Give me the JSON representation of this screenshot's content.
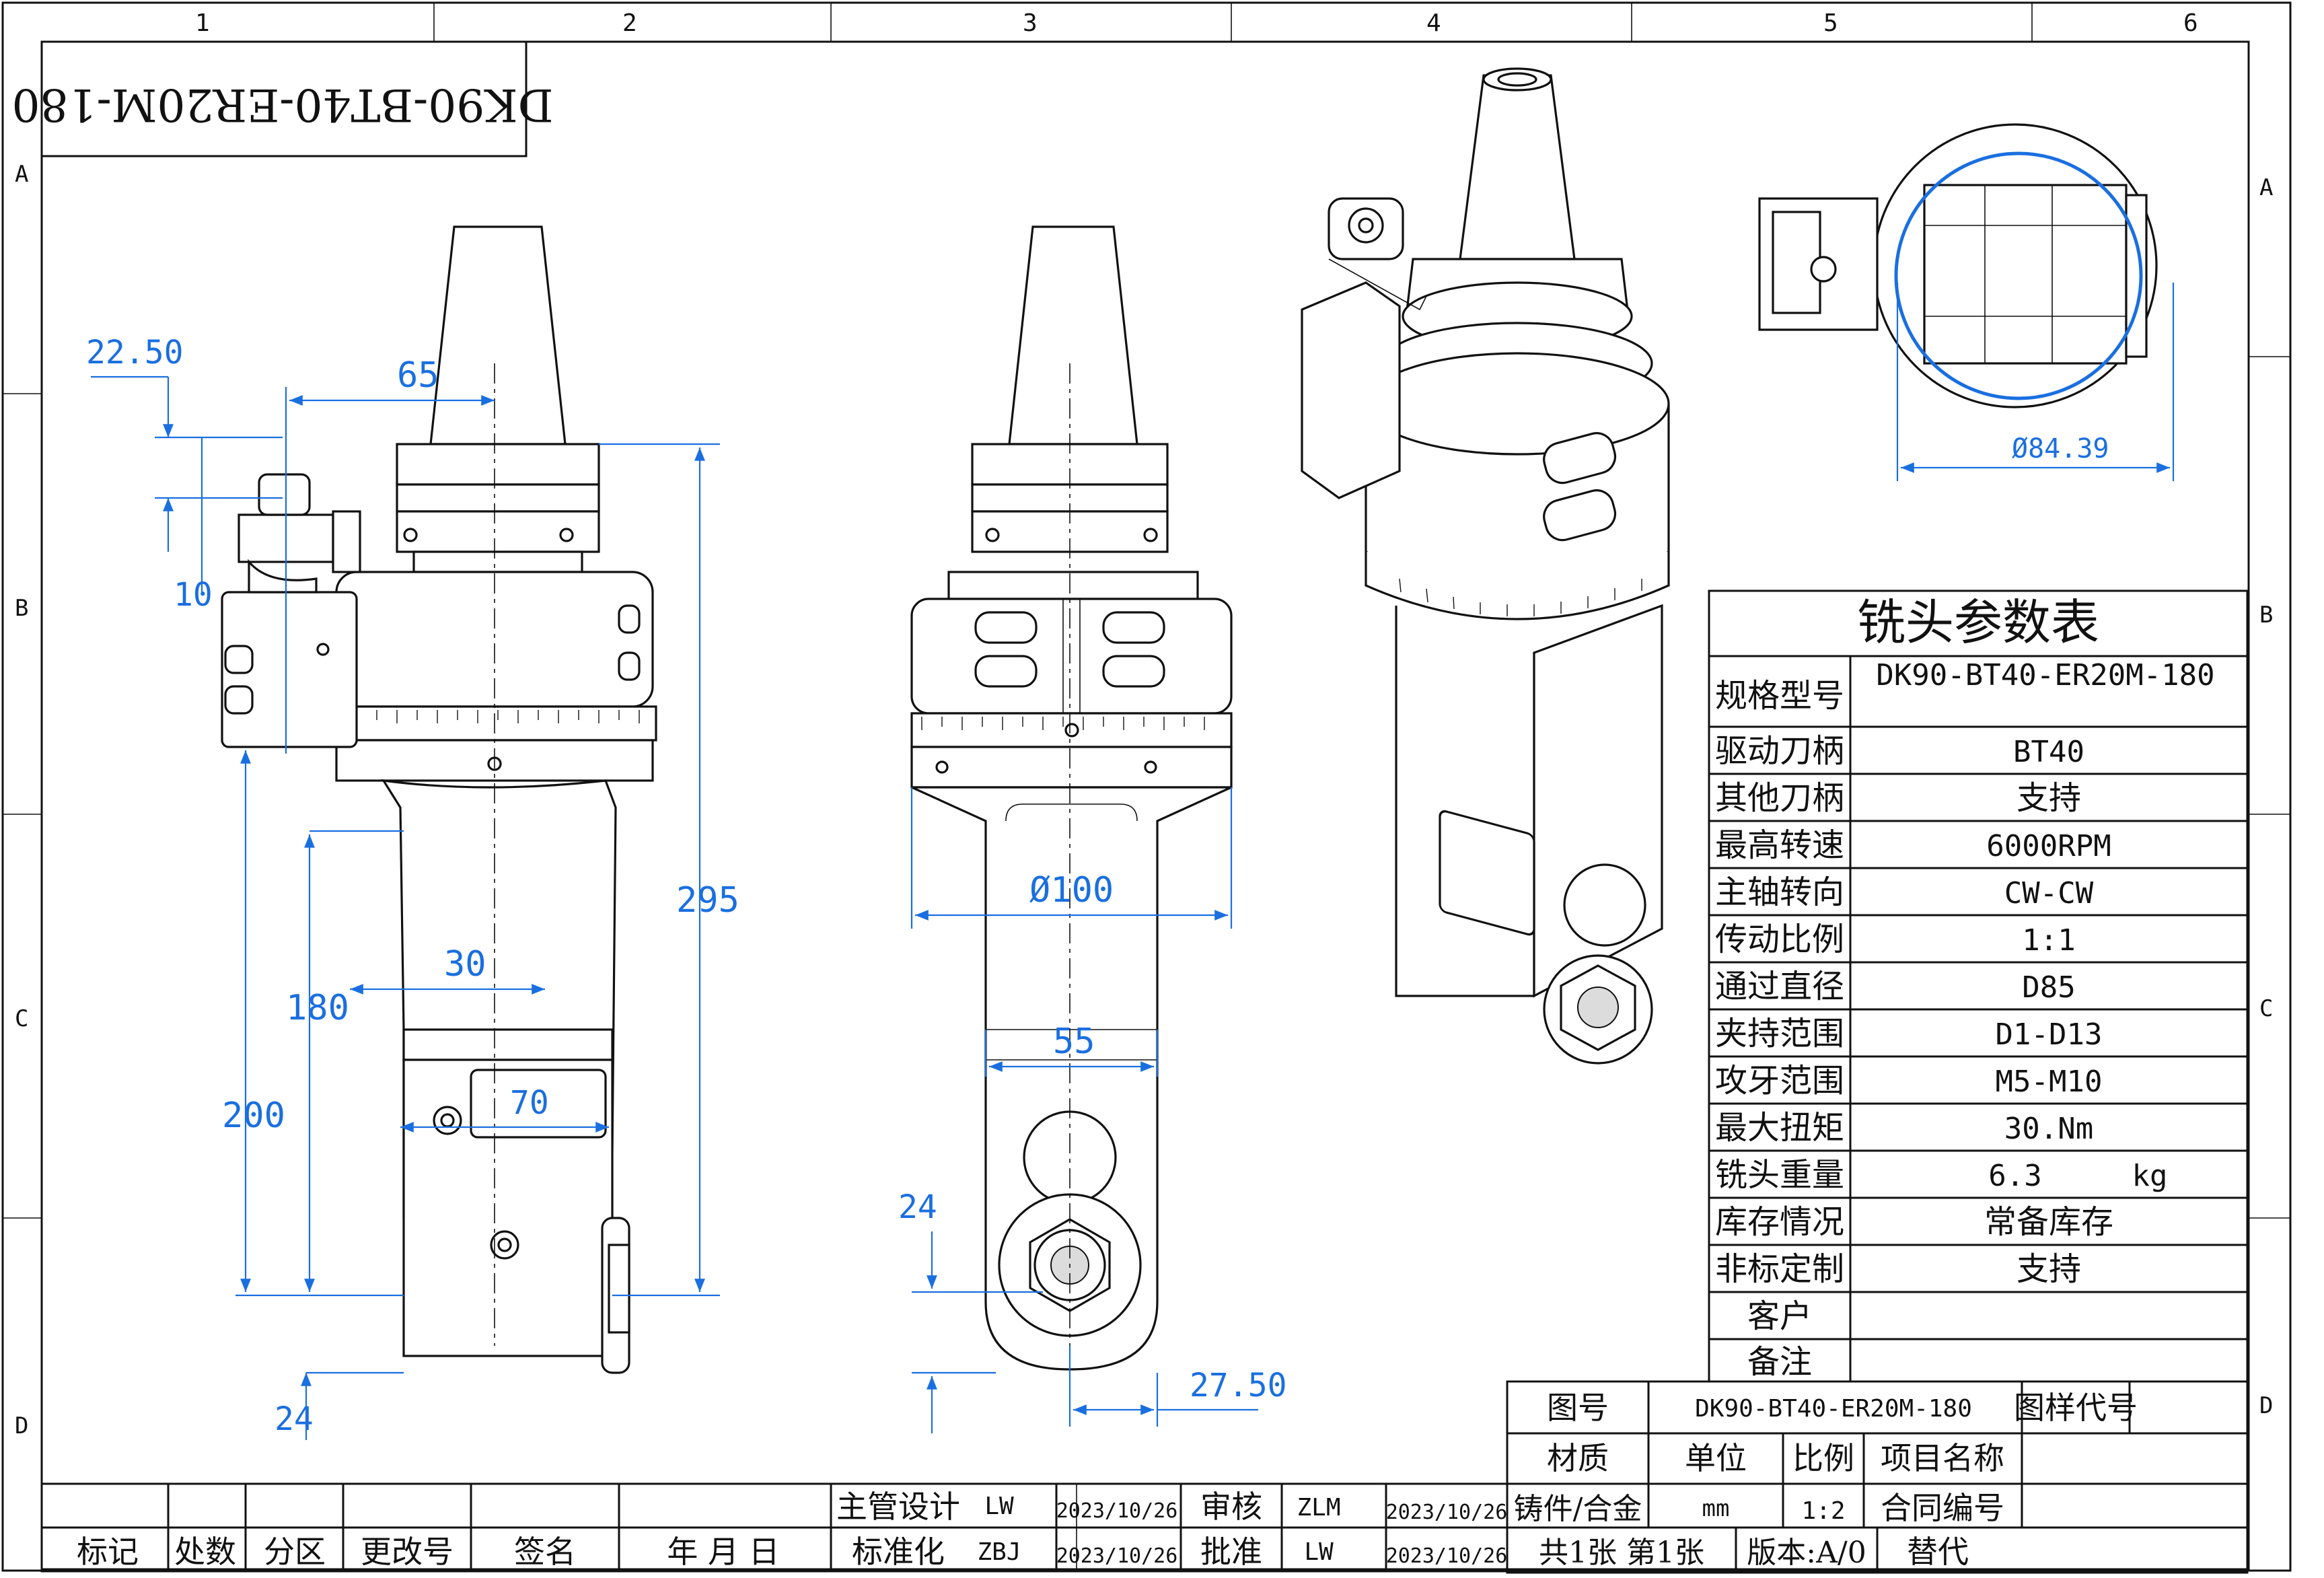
{
  "title_block_stamp": "DK90-BT40-ER20M-180",
  "zone_columns": [
    "1",
    "2",
    "3",
    "4",
    "5",
    "6"
  ],
  "zone_rows": [
    "A",
    "B",
    "C",
    "D"
  ],
  "dimensions": {
    "d_22_50": "22.50",
    "d_65": "65",
    "d_10": "10",
    "d_295": "295",
    "d_30": "30",
    "d_180": "180",
    "d_200": "200",
    "d_70": "70",
    "d_24_left": "24",
    "d_100": "Ø100",
    "d_55": "55",
    "d_24_mid": "24",
    "d_27_50": "27.50",
    "d_84_39": "Ø84.39"
  },
  "param_table": {
    "title": "铣头参数表",
    "rows": [
      {
        "label": "规格型号",
        "value": "DK90-BT40-ER20M-180"
      },
      {
        "label": "驱动刀柄",
        "value": "BT40"
      },
      {
        "label": "其他刀柄",
        "value": "支持"
      },
      {
        "label": "最高转速",
        "value": "6000RPM"
      },
      {
        "label": "主轴转向",
        "value": "CW-CW"
      },
      {
        "label": "传动比例",
        "value": "1:1"
      },
      {
        "label": "通过直径",
        "value": "D85"
      },
      {
        "label": "夹持范围",
        "value": "D1-D13"
      },
      {
        "label": "攻牙范围",
        "value": "M5-M10"
      },
      {
        "label": "最大扭矩",
        "value": "30.Nm"
      },
      {
        "label": "铣头重量",
        "value": "6.3",
        "unit": "kg"
      },
      {
        "label": "库存情况",
        "value": "常备库存"
      },
      {
        "label": "非标定制",
        "value": "支持"
      },
      {
        "label": "客户",
        "value": ""
      },
      {
        "label": "备注",
        "value": ""
      }
    ]
  },
  "title_block": {
    "drawing_no_label": "图号",
    "drawing_no": "DK90-BT40-ER20M-180",
    "sample_code_label": "图样代号",
    "material_label": "材质",
    "unit_label": "单位",
    "scale_label": "比例",
    "project_name_label": "项目名称",
    "material": "铸件/合金",
    "unit": "mm",
    "scale": "1:2",
    "contract_no_label": "合同编号",
    "sheets": "共1张 第1张",
    "version": "版本:A/0",
    "replace_label": "替代",
    "design_label": "主管设计",
    "design_by": "LW",
    "design_date": "2023/10/26",
    "review_label": "审核",
    "review_by": "ZLM",
    "review_date": "2023/10/26",
    "standard_label": "标准化",
    "standard_by": "ZBJ",
    "standard_date": "2023/10/26",
    "approve_label": "批准",
    "approve_by": "LW",
    "approve_date": "2023/10/26",
    "rev_headers": [
      "标记",
      "处数",
      "分区",
      "更改号",
      "签名",
      "年 月 日"
    ]
  }
}
